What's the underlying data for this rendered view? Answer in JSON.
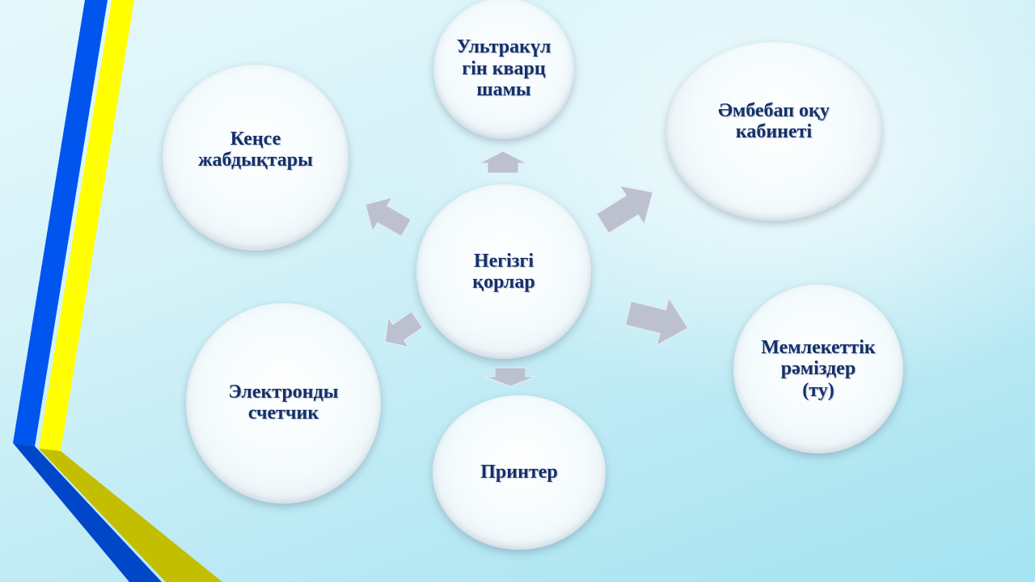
{
  "diagram": {
    "center": "Негізгі\nқорлар",
    "nodes": {
      "top": "Ультракүл\nгін кварц\nшамы",
      "top_left": "Кеңсе\nжабдықтары",
      "top_right": "Әмбебап оқу\nкабинеті",
      "right": "Мемлекеттік\nрәміздер\n(ту)",
      "bottom": "Принтер",
      "bottom_left": "Электронды\nсчетчик"
    }
  },
  "colors": {
    "stripe_blue": "#0055ee",
    "stripe_yellow": "#ffff00",
    "text": "#14306b",
    "arrow": "#bcc0cf"
  }
}
